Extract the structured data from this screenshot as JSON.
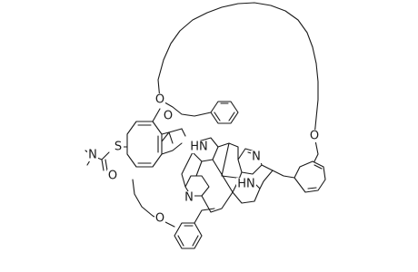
{
  "figure": {
    "background": "#ffffff",
    "stroke_color": "#1a1a1a",
    "atom_labels": {
      "oxygen_top": "O",
      "oxygen_right": "O",
      "oxygen_left_top": "O",
      "oxygen_bottom": "O",
      "oxygen_carbonyl": "O",
      "sulfur": "S",
      "nitrogen_amide": "N",
      "nh_upper": "HN",
      "nh_lower": "HN",
      "n_right": "N",
      "n_lower": "N"
    }
  }
}
